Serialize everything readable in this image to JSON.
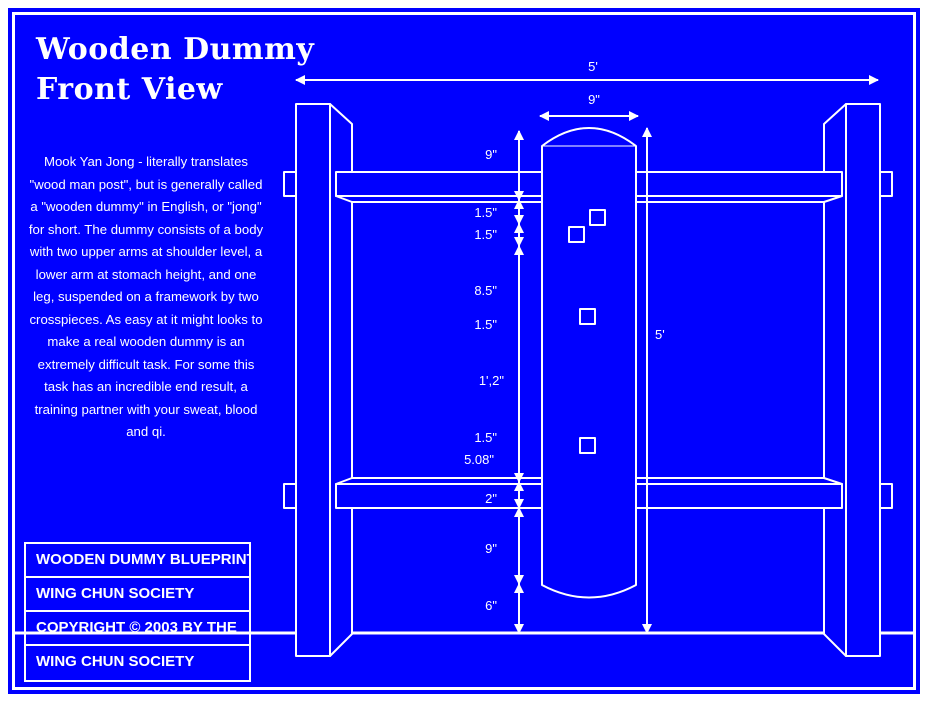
{
  "colors": {
    "background": "#0000ff",
    "line": "#ffffff",
    "frame": "#ffffff"
  },
  "title": {
    "line1": "Wooden Dummy",
    "line2": "Front View"
  },
  "description": "Mook Yan Jong - literally translates \"wood man post\", but is generally called a \"wooden dummy\" in English, or \"jong\" for short. The dummy consists of a body with two upper arms at shoulder level, a lower arm at stomach height, and one leg, suspended on a framework by two crosspieces. As easy at it might looks to make a real wooden dummy is an extremely difficult task. For some this task has an incredible end result, a training partner with your sweat, blood and qi.",
  "credits": [
    "WOODEN DUMMY BLUEPRINTS",
    "WING CHUN SOCIETY",
    "COPYRIGHT © 2003  BY THE",
    "WING CHUN SOCIETY"
  ],
  "dimensions": {
    "overall_width": "5'",
    "body_width": "9\"",
    "body_height": "5'",
    "vertical": [
      {
        "label": "9\""
      },
      {
        "label": "1.5\""
      },
      {
        "label": "1.5\""
      },
      {
        "label": "8.5\""
      },
      {
        "label": "1.5\""
      },
      {
        "label": "1',2\""
      },
      {
        "label": "1.5\""
      },
      {
        "label": "5.08\""
      },
      {
        "label": "2\""
      },
      {
        "label": "9\""
      },
      {
        "label": "6\""
      }
    ]
  }
}
